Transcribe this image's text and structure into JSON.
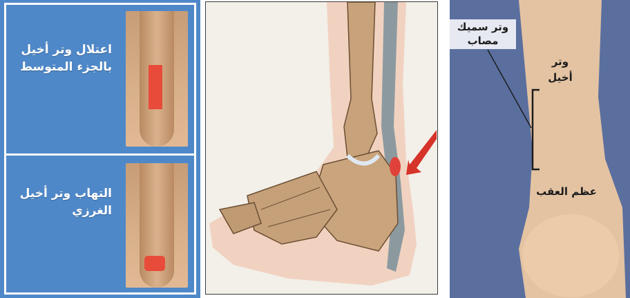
{
  "left_panel": {
    "condition_1": "اعتلال وتر أخيل بالجزء المتوسط",
    "condition_2": "التهاب وتر أخيل الغرزي"
  },
  "right_panel": {
    "thick_tendon_label": "وتر سميك مصاب",
    "achilles_label": "وتر أخيل",
    "heel_bone_label": "عظم العقب"
  },
  "colors": {
    "left_bg": "#4f88c8",
    "highlight_red": "#e84b3a",
    "right_bg": "#5b6f9f"
  }
}
